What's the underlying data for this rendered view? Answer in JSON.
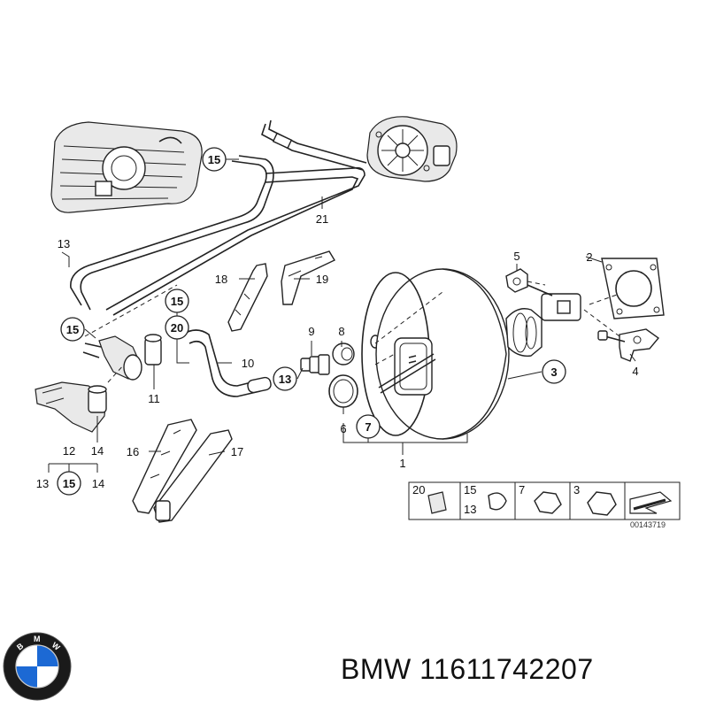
{
  "diagram": {
    "labels": {
      "p1": "1",
      "p2": "2",
      "p3": "3",
      "p4": "4",
      "p5": "5",
      "p6": "6",
      "p7": "7",
      "p8": "8",
      "p9": "9",
      "p10": "10",
      "p11": "11",
      "p12": "12",
      "p13a": "13",
      "p13b": "13",
      "p13c": "13",
      "p14a": "14",
      "p14b": "14",
      "p15a": "15",
      "p15b": "15",
      "p15c": "15",
      "p15d": "15",
      "p16": "16",
      "p17": "17",
      "p18": "18",
      "p19": "19",
      "p20": "20",
      "p21": "21"
    },
    "legend": {
      "items": [
        {
          "top": "20",
          "bottom": ""
        },
        {
          "top": "15",
          "bottom": "13"
        },
        {
          "top": "7",
          "bottom": ""
        },
        {
          "top": "3",
          "bottom": ""
        }
      ]
    },
    "doc_number": "00143719"
  },
  "caption": {
    "brand": "BMW",
    "part_number": "11611742207",
    "text": "BMW 11611742207"
  },
  "logo": {
    "letters": "BMW",
    "colors": {
      "blue": "#1c69d4",
      "white": "#ffffff",
      "ring": "#1a1a1a"
    }
  }
}
